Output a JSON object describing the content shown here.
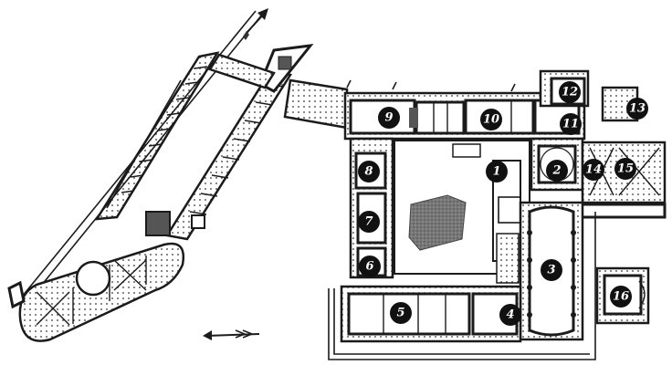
{
  "plan": {
    "markers": [
      {
        "label": "1"
      },
      {
        "label": "2"
      },
      {
        "label": "3"
      },
      {
        "label": "4"
      },
      {
        "label": "5"
      },
      {
        "label": "6"
      },
      {
        "label": "7"
      },
      {
        "label": "8"
      },
      {
        "label": "9"
      },
      {
        "label": "10"
      },
      {
        "label": "11"
      },
      {
        "label": "12"
      },
      {
        "label": "13"
      },
      {
        "label": "14"
      },
      {
        "label": "15"
      },
      {
        "label": "16"
      }
    ],
    "icons": {
      "north_arrow_top": "arrow-icon",
      "west_arrow_bottom": "arrow-icon"
    },
    "colors": {
      "walls": "#1b1b1b",
      "courtyard_feature": "#6f6f6f",
      "markers": "#111111"
    }
  }
}
